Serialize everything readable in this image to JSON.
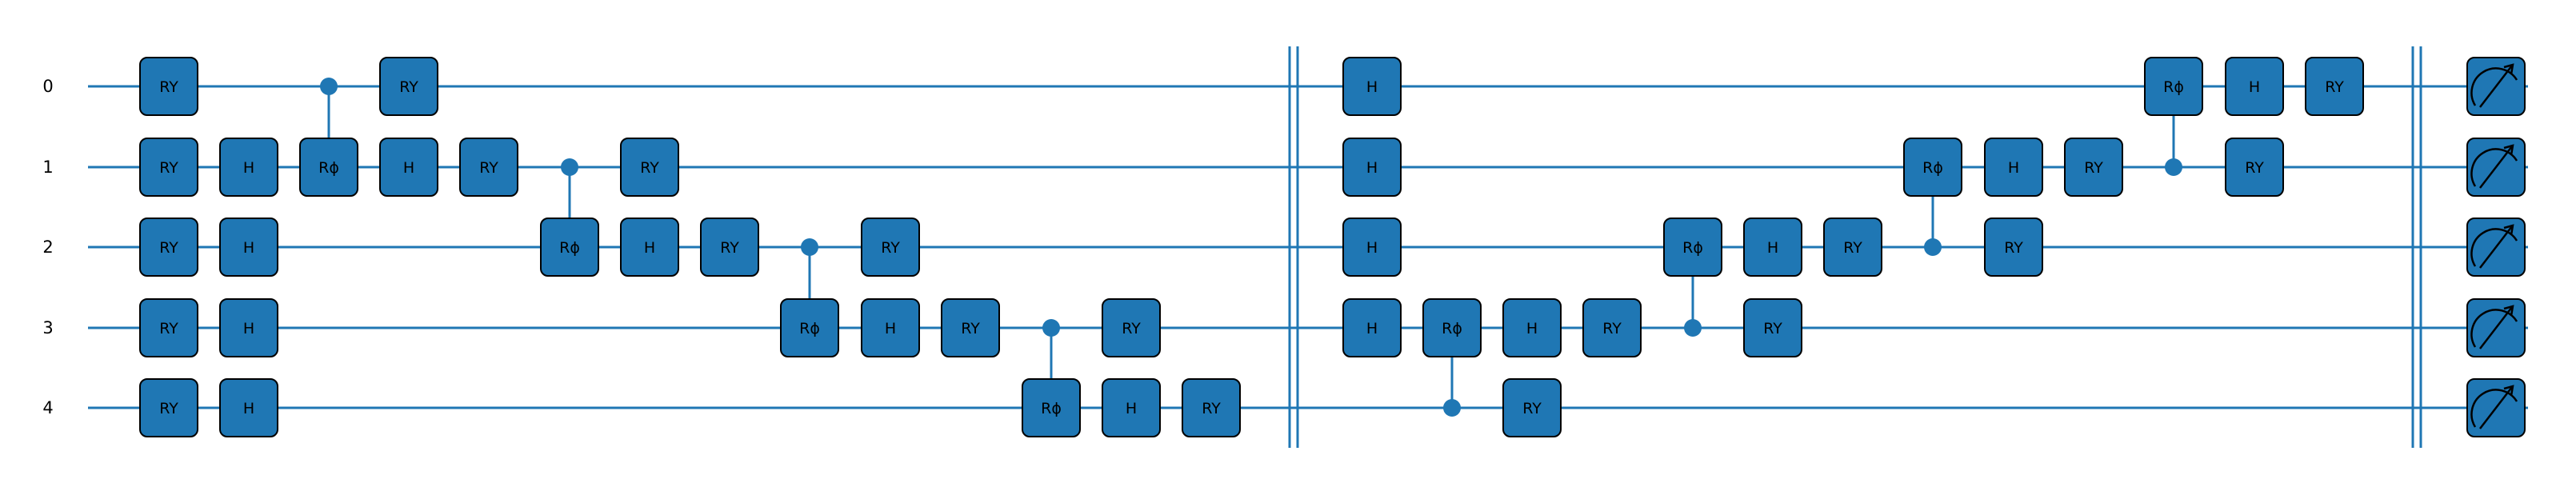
{
  "qubits": [
    "0",
    "1",
    "2",
    "3",
    "4"
  ],
  "colors": {
    "wire": "#1f77b4",
    "gate": "#1f77b4",
    "outline": "#000000"
  },
  "gates": [
    {
      "col": 0,
      "q": 0,
      "label": "RY"
    },
    {
      "col": 0,
      "q": 1,
      "label": "RY"
    },
    {
      "col": 0,
      "q": 2,
      "label": "RY"
    },
    {
      "col": 0,
      "q": 3,
      "label": "RY"
    },
    {
      "col": 0,
      "q": 4,
      "label": "RY"
    },
    {
      "col": 1,
      "q": 1,
      "label": "H"
    },
    {
      "col": 1,
      "q": 2,
      "label": "H"
    },
    {
      "col": 1,
      "q": 3,
      "label": "H"
    },
    {
      "col": 1,
      "q": 4,
      "label": "H"
    },
    {
      "col": 2,
      "q": 1,
      "label": "Rϕ"
    },
    {
      "col": 3,
      "q": 0,
      "label": "RY"
    },
    {
      "col": 3,
      "q": 1,
      "label": "H"
    },
    {
      "col": 4,
      "q": 1,
      "label": "RY"
    },
    {
      "col": 5,
      "q": 2,
      "label": "Rϕ"
    },
    {
      "col": 6,
      "q": 1,
      "label": "RY"
    },
    {
      "col": 6,
      "q": 2,
      "label": "H"
    },
    {
      "col": 7,
      "q": 2,
      "label": "RY"
    },
    {
      "col": 8,
      "q": 3,
      "label": "Rϕ"
    },
    {
      "col": 9,
      "q": 2,
      "label": "RY"
    },
    {
      "col": 9,
      "q": 3,
      "label": "H"
    },
    {
      "col": 10,
      "q": 3,
      "label": "RY"
    },
    {
      "col": 11,
      "q": 4,
      "label": "Rϕ"
    },
    {
      "col": 12,
      "q": 3,
      "label": "RY"
    },
    {
      "col": 12,
      "q": 4,
      "label": "H"
    },
    {
      "col": 13,
      "q": 4,
      "label": "RY"
    },
    {
      "col": 14,
      "q": 0,
      "label": "H"
    },
    {
      "col": 14,
      "q": 1,
      "label": "H"
    },
    {
      "col": 14,
      "q": 2,
      "label": "H"
    },
    {
      "col": 14,
      "q": 3,
      "label": "H"
    },
    {
      "col": 15,
      "q": 3,
      "label": "Rϕ"
    },
    {
      "col": 16,
      "q": 3,
      "label": "H"
    },
    {
      "col": 16,
      "q": 4,
      "label": "RY"
    },
    {
      "col": 17,
      "q": 3,
      "label": "RY"
    },
    {
      "col": 18,
      "q": 2,
      "label": "Rϕ"
    },
    {
      "col": 19,
      "q": 2,
      "label": "H"
    },
    {
      "col": 19,
      "q": 3,
      "label": "RY"
    },
    {
      "col": 20,
      "q": 2,
      "label": "RY"
    },
    {
      "col": 21,
      "q": 1,
      "label": "Rϕ"
    },
    {
      "col": 22,
      "q": 1,
      "label": "H"
    },
    {
      "col": 22,
      "q": 2,
      "label": "RY"
    },
    {
      "col": 23,
      "q": 1,
      "label": "RY"
    },
    {
      "col": 24,
      "q": 0,
      "label": "Rϕ"
    },
    {
      "col": 25,
      "q": 0,
      "label": "H"
    },
    {
      "col": 25,
      "q": 1,
      "label": "RY"
    },
    {
      "col": 26,
      "q": 0,
      "label": "RY"
    }
  ],
  "controls": [
    {
      "col": 2,
      "ctrl": 0,
      "target": 1
    },
    {
      "col": 5,
      "ctrl": 1,
      "target": 2
    },
    {
      "col": 8,
      "ctrl": 2,
      "target": 3
    },
    {
      "col": 11,
      "ctrl": 3,
      "target": 4
    },
    {
      "col": 15,
      "ctrl": 4,
      "target": 3
    },
    {
      "col": 18,
      "ctrl": 3,
      "target": 2
    },
    {
      "col": 21,
      "ctrl": 2,
      "target": 1
    },
    {
      "col": 24,
      "ctrl": 1,
      "target": 0
    }
  ],
  "barriers": [
    "after-first-layer",
    "before-measurement"
  ],
  "measurements": [
    "0",
    "1",
    "2",
    "3",
    "4"
  ],
  "measure_icon": "meter-icon"
}
